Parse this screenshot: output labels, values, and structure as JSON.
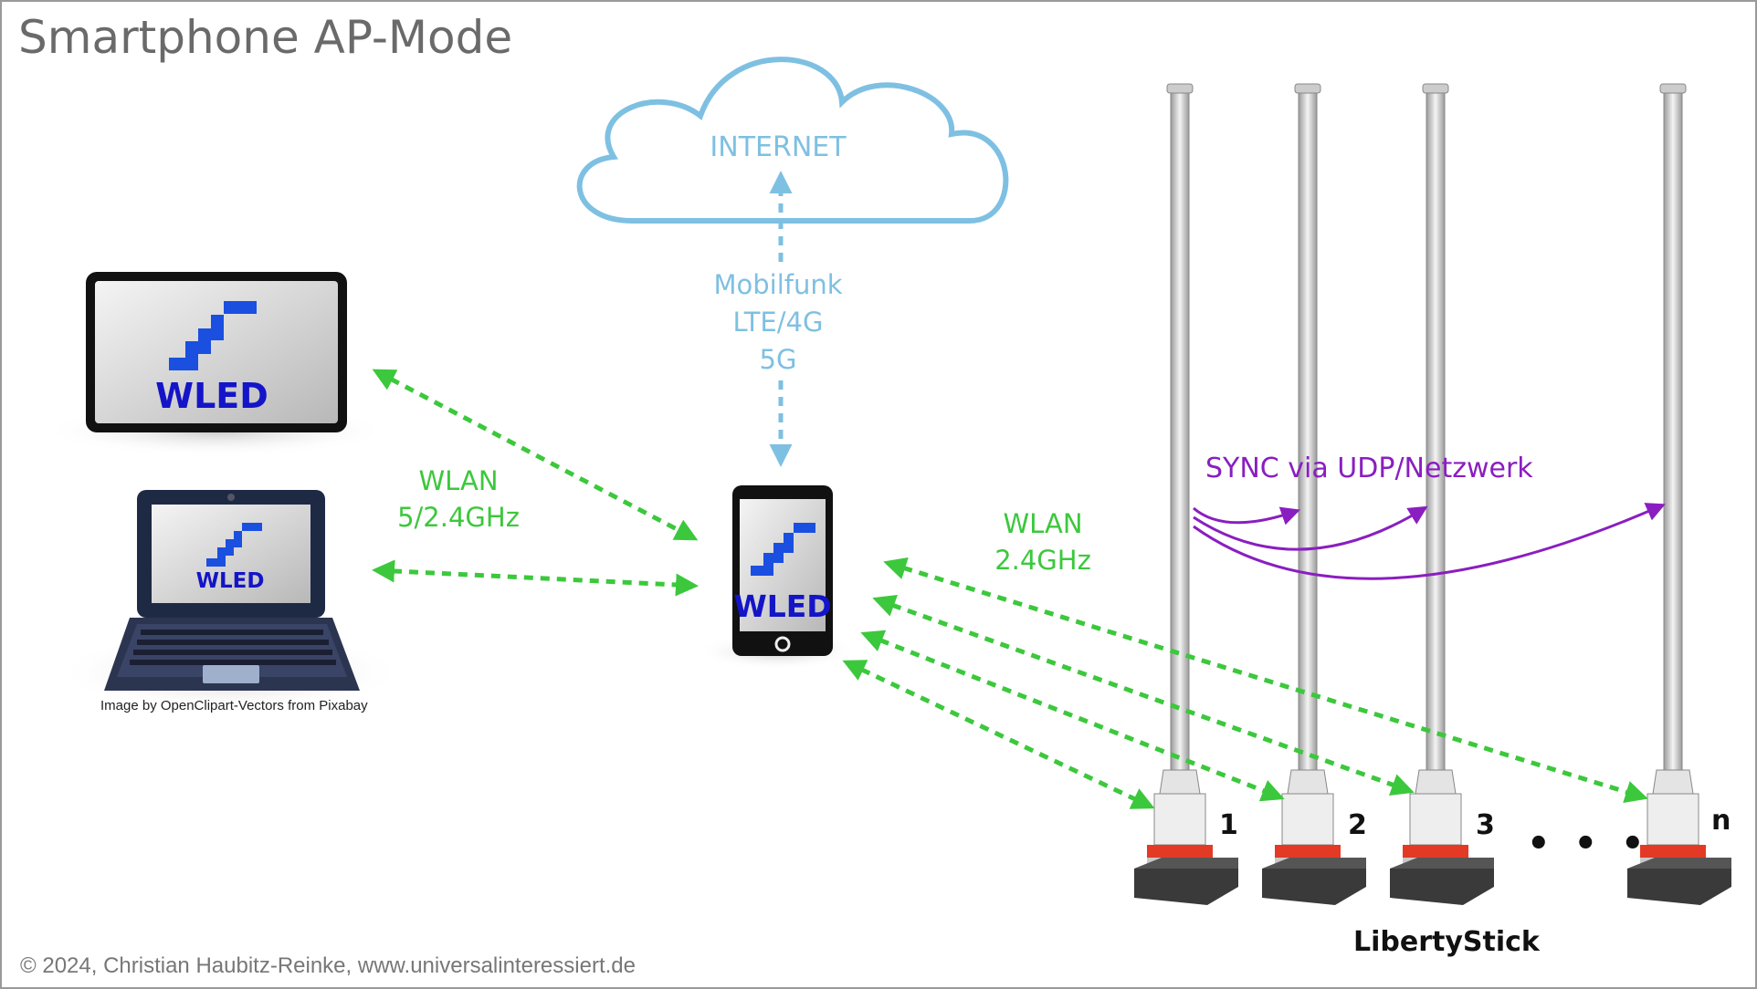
{
  "title": "Smartphone AP-Mode",
  "cloud": {
    "label": "INTERNET"
  },
  "mobile_link": {
    "lines": [
      "Mobilfunk",
      "LTE/4G",
      "5G"
    ]
  },
  "wlan_left": {
    "lines": [
      "WLAN",
      "5/2.4GHz"
    ]
  },
  "wlan_right": {
    "lines": [
      "WLAN",
      "2.4GHz"
    ]
  },
  "sync_label": "SYNC via UDP/Netzwerk",
  "devices": {
    "tablet_label": "WLED",
    "laptop_label": "WLED",
    "phone_label": "WLED"
  },
  "image_credit": "Image by OpenClipart-Vectors from Pixabay",
  "sticks": {
    "numbers": [
      "1",
      "2",
      "3",
      "n"
    ],
    "ellipsis": "• • •",
    "name": "LibertyStick"
  },
  "copyright": "© 2024, Christian Haubitz-Reinke, www.universalinteressiert.de",
  "colors": {
    "wlan": "#3cc83c",
    "mobile": "#7ec0e2",
    "sync": "#8a1ec0",
    "wled_logo": "#1a4fe0"
  }
}
